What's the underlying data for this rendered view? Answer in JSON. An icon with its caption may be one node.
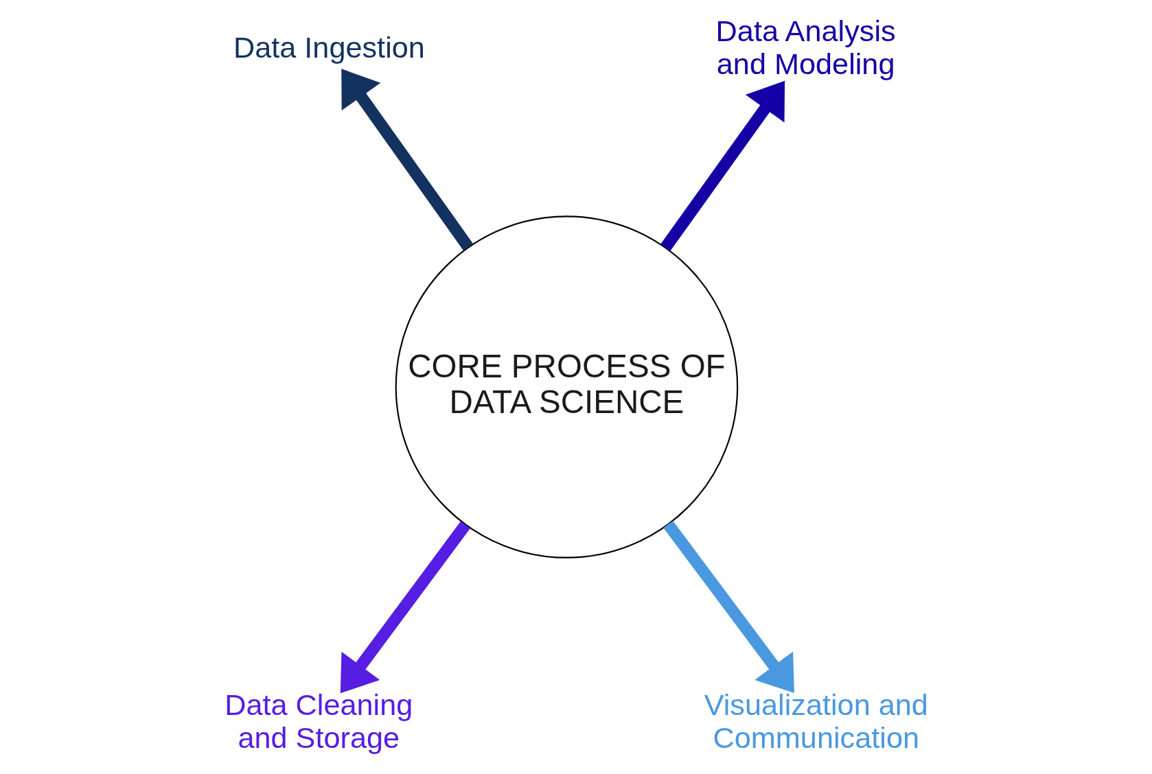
{
  "diagram": {
    "nodes": [
      {
        "text": [
          "Data Ingestion"
        ]
      },
      {
        "text": [
          "Data Analysis and Modeling"
        ]
      },
      {
        "text": [
          "CORE PROCESS OF DATA SCIENCE"
        ]
      },
      {
        "text": [
          "Data Cleaning and Storage"
        ]
      },
      {
        "text": [
          "Visualization and Communication"
        ]
      }
    ],
    "edges": [
      {
        "from": 2,
        "to": 0,
        "arrow": "to",
        "color": "#14325f"
      },
      {
        "from": 2,
        "to": 1,
        "arrow": "to",
        "color": "#1500a6"
      },
      {
        "from": 2,
        "to": 3,
        "arrow": "to",
        "color": "#561de3"
      },
      {
        "from": 2,
        "to": 4,
        "arrow": "to",
        "color": "#4a98e0"
      }
    ]
  }
}
